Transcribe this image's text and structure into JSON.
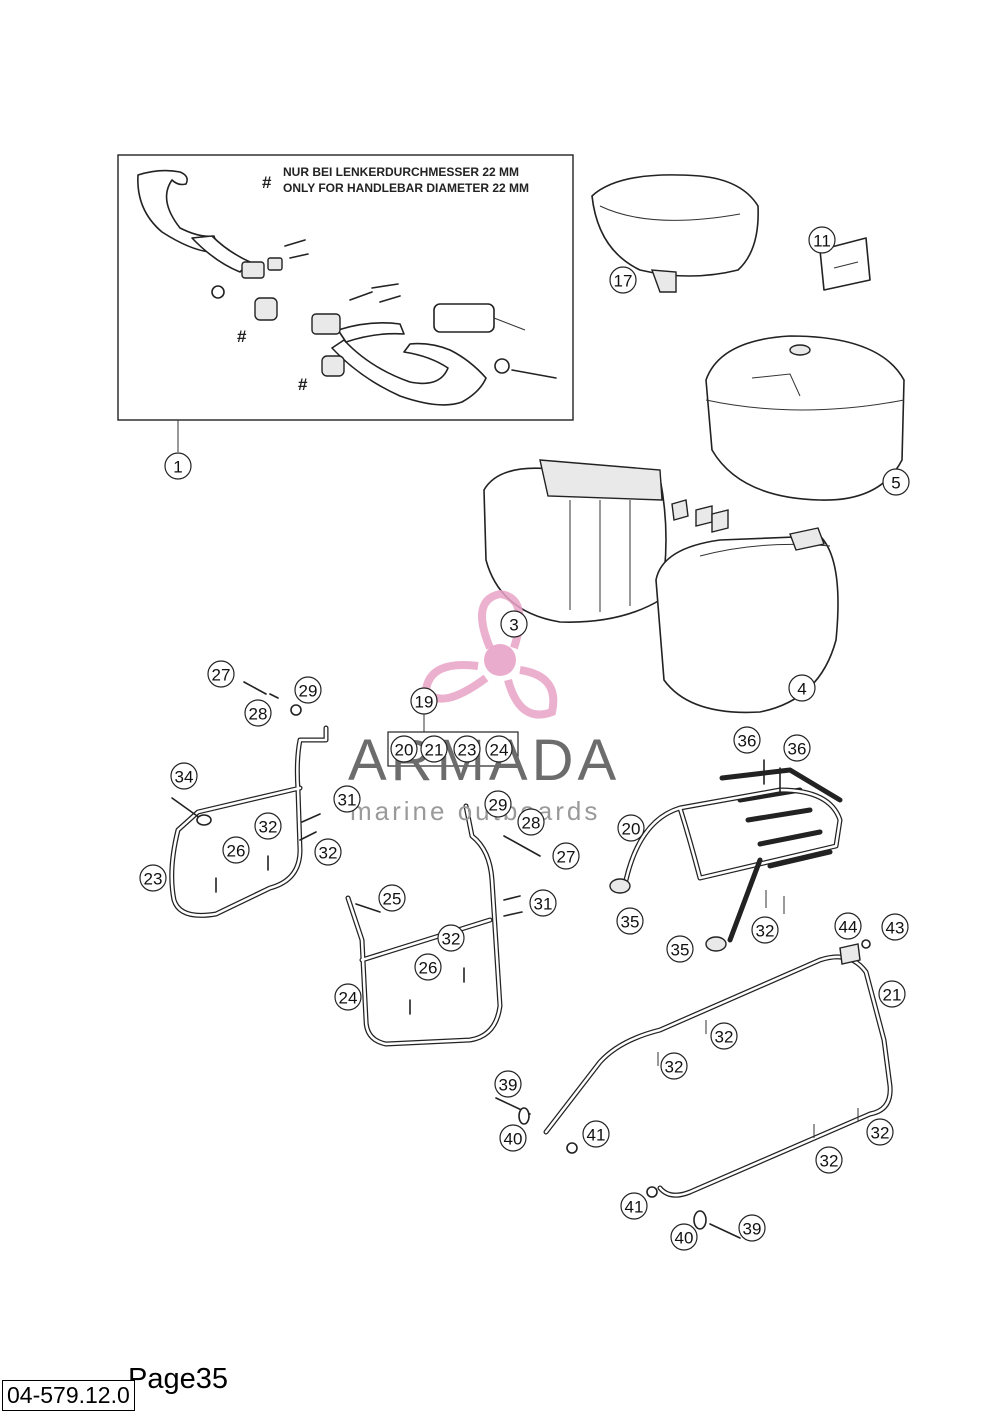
{
  "note": {
    "symbol": "#",
    "line1": "NUR BEI LENKERDURCHMESSER 22 MM",
    "line2": "ONLY FOR HANDLEBAR DIAMETER 22 MM"
  },
  "callouts": [
    {
      "id": "c1",
      "label": "1"
    },
    {
      "id": "c17",
      "label": "17"
    },
    {
      "id": "c11",
      "label": "11"
    },
    {
      "id": "c5",
      "label": "5"
    },
    {
      "id": "c3",
      "label": "3"
    },
    {
      "id": "c4",
      "label": "4"
    },
    {
      "id": "c27a",
      "label": "27"
    },
    {
      "id": "c28a",
      "label": "28"
    },
    {
      "id": "c29a",
      "label": "29"
    },
    {
      "id": "c19",
      "label": "19"
    },
    {
      "id": "c20k",
      "label": "20"
    },
    {
      "id": "c21k",
      "label": "21"
    },
    {
      "id": "c23k",
      "label": "23"
    },
    {
      "id": "c24k",
      "label": "24"
    },
    {
      "id": "c34",
      "label": "34"
    },
    {
      "id": "c31a",
      "label": "31"
    },
    {
      "id": "c32a",
      "label": "32"
    },
    {
      "id": "c32b",
      "label": "32"
    },
    {
      "id": "c26a",
      "label": "26"
    },
    {
      "id": "c23",
      "label": "23"
    },
    {
      "id": "c29b",
      "label": "29"
    },
    {
      "id": "c28b",
      "label": "28"
    },
    {
      "id": "c27b",
      "label": "27"
    },
    {
      "id": "c25",
      "label": "25"
    },
    {
      "id": "c31b",
      "label": "31"
    },
    {
      "id": "c32c",
      "label": "32"
    },
    {
      "id": "c26b",
      "label": "26"
    },
    {
      "id": "c24",
      "label": "24"
    },
    {
      "id": "c36a",
      "label": "36"
    },
    {
      "id": "c36b",
      "label": "36"
    },
    {
      "id": "c20",
      "label": "20"
    },
    {
      "id": "c35a",
      "label": "35"
    },
    {
      "id": "c35b",
      "label": "35"
    },
    {
      "id": "c32d",
      "label": "32"
    },
    {
      "id": "c44",
      "label": "44"
    },
    {
      "id": "c43",
      "label": "43"
    },
    {
      "id": "c21",
      "label": "21"
    },
    {
      "id": "c32e",
      "label": "32"
    },
    {
      "id": "c32f",
      "label": "32"
    },
    {
      "id": "c39a",
      "label": "39"
    },
    {
      "id": "c40a",
      "label": "40"
    },
    {
      "id": "c41a",
      "label": "41"
    },
    {
      "id": "c32g",
      "label": "32"
    },
    {
      "id": "c32h",
      "label": "32"
    },
    {
      "id": "c41b",
      "label": "41"
    },
    {
      "id": "c40b",
      "label": "40"
    },
    {
      "id": "c39b",
      "label": "39"
    }
  ],
  "watermark": {
    "title": "ARMADA",
    "subtitle": "marine outboards",
    "color": "#e8a3c6"
  },
  "footer": {
    "page": "Page35",
    "code": "04-579.12.0"
  }
}
